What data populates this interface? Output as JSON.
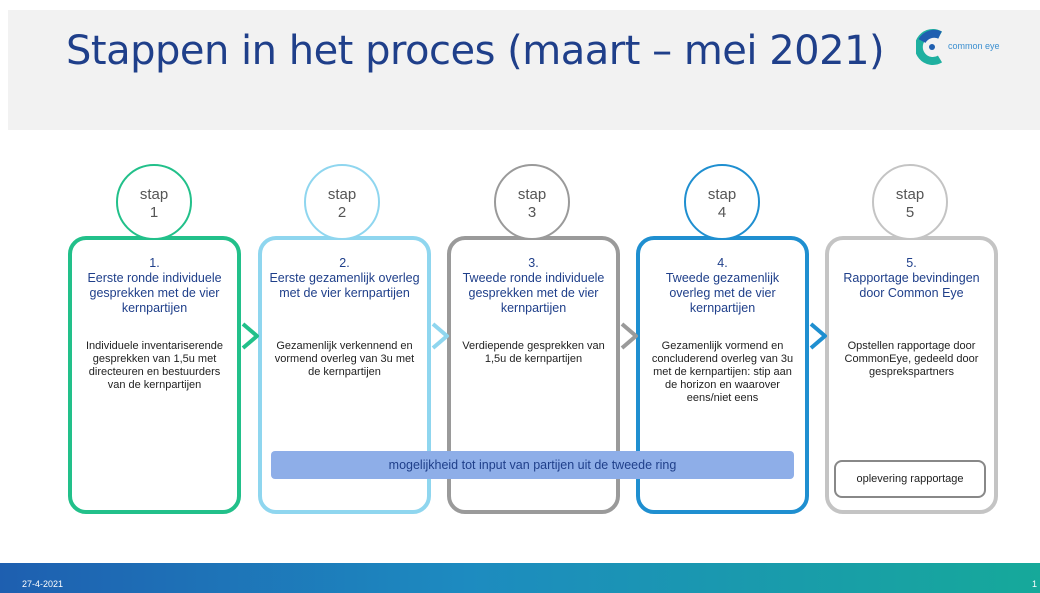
{
  "header": {
    "title": "Stappen in het proces (maart – mei 2021)",
    "logo_text": "common eye"
  },
  "steps": [
    {
      "circle_word": "stap",
      "circle_num": "1",
      "color": "#22c08a",
      "num": "1.",
      "heading": "Eerste ronde individuele gesprekken met de vier kernpartijen",
      "description": "Individuele inventariserende gesprekken van 1,5u met directeuren en bestuurders van de kernpartijen"
    },
    {
      "circle_word": "stap",
      "circle_num": "2",
      "color": "#8fd6ef",
      "num": "2.",
      "heading": "Eerste gezamenlijk overleg met de vier kernpartijen",
      "description": "Gezamenlijk verkennend en vormend overleg van 3u met de kernpartijen"
    },
    {
      "circle_word": "stap",
      "circle_num": "3",
      "color": "#9a9a9a",
      "num": "3.",
      "heading": "Tweede ronde individuele gesprekken met de vier kernpartijen",
      "description": "Verdiepende gesprekken van 1,5u de kernpartijen"
    },
    {
      "circle_word": "stap",
      "circle_num": "4",
      "color": "#1f8fd0",
      "num": "4.",
      "heading": "Tweede gezamenlijk overleg met de vier kernpartijen",
      "description": "Gezamenlijk vormend en concluderend overleg van 3u met de kernpartijen: stip aan de horizon en waarover eens/niet eens"
    },
    {
      "circle_word": "stap",
      "circle_num": "5",
      "color": "#c4c4c4",
      "num": "5.",
      "heading": "Rapportage bevindingen door Common Eye",
      "description": "Opstellen rapportage door CommonEye, gedeeld door gesprekspartners"
    }
  ],
  "banner": "mogelijkheid tot input van partijen uit de tweede ring",
  "oplevering": "oplevering rapportage",
  "footer": {
    "date": "27-4-2021",
    "page": "1"
  }
}
